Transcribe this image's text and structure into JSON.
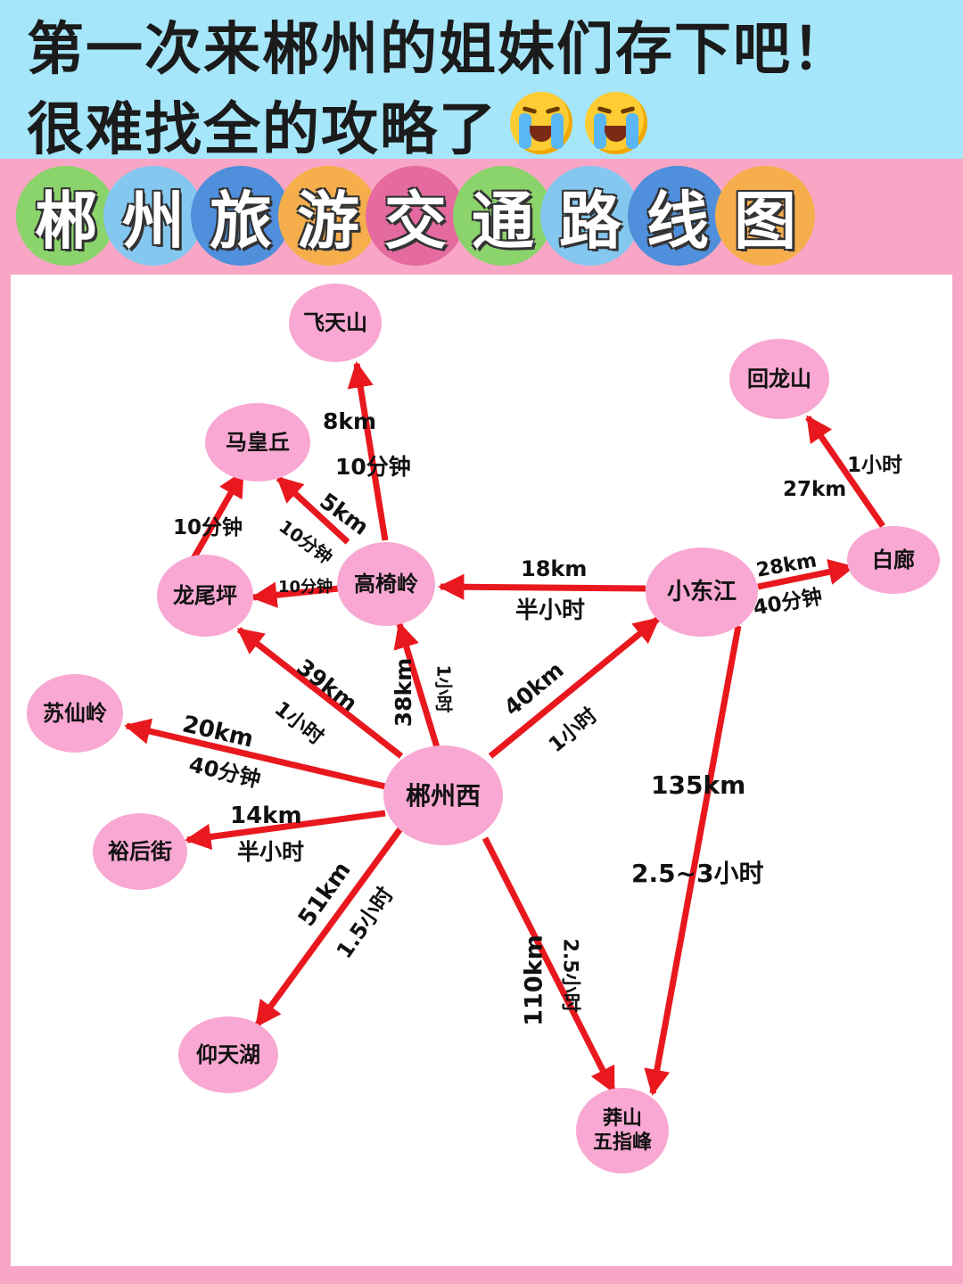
{
  "header": {
    "line1": "第一次来郴州的姐妹们存下吧！",
    "line2": "很难找全的攻略了",
    "emoji_icons": [
      "loudly-crying-face-icon",
      "loudly-crying-face-icon"
    ]
  },
  "title": {
    "chars": [
      "郴",
      "州",
      "旅",
      "游",
      "交",
      "通",
      "路",
      "线",
      "图"
    ],
    "colors": [
      "#8bd36b",
      "#84c7ef",
      "#4f8fdc",
      "#f6ae4d",
      "#e46aa0",
      "#8bd36b",
      "#84c7ef",
      "#4f8fdc",
      "#f6ae4d"
    ]
  },
  "colors": {
    "header_bg": "#a5e6fb",
    "page_bg": "#f9a6c6",
    "node_fill": "#f8a8d2",
    "arrow": "#e8181e"
  },
  "nodes": {
    "feitianshan": "飞天山",
    "mahuangqiu": "马皇丘",
    "huilongshan": "回龙山",
    "longweiping": "龙尾坪",
    "gaoyiling": "高椅岭",
    "xiaodongjiang": "小东江",
    "bailang": "白廊",
    "suxianling": "苏仙岭",
    "chenzhouxi": "郴州西",
    "yuhoujie": "裕后街",
    "yangtianhu": "仰天湖",
    "mangshan_line1": "莽山",
    "mangshan_line2": "五指峰"
  },
  "routes": {
    "gaoyiling_feitianshan": {
      "distance": "8km",
      "time": "10分钟"
    },
    "gaoyiling_mahuangqiu": {
      "distance": "5km",
      "time": "10分钟"
    },
    "longweiping_mahuangqiu": {
      "time": "10分钟"
    },
    "gaoyiling_longweiping": {
      "time": "10分钟"
    },
    "xiaodongjiang_gaoyiling": {
      "distance": "18km",
      "time": "半小时"
    },
    "xiaodongjiang_bailang": {
      "distance": "28km",
      "time": "40分钟"
    },
    "bailang_huilongshan": {
      "distance": "27km",
      "time": "1小时"
    },
    "chenzhouxi_longweiping": {
      "distance": "39km",
      "time": "1小时"
    },
    "chenzhouxi_gaoyiling": {
      "distance": "38km",
      "time": "1小时"
    },
    "chenzhouxi_xiaodongjiang": {
      "distance": "40km",
      "time": "1小时"
    },
    "chenzhouxi_suxianling": {
      "distance": "20km",
      "time": "40分钟"
    },
    "chenzhouxi_yuhoujie": {
      "distance": "14km",
      "time": "半小时"
    },
    "chenzhouxi_yangtianhu": {
      "distance": "51km",
      "time": "1.5小时"
    },
    "chenzhouxi_mangshan": {
      "distance": "110km",
      "time": "2.5小时"
    },
    "xiaodongjiang_mangshan": {
      "distance": "135km",
      "time": "2.5~3小时"
    }
  }
}
